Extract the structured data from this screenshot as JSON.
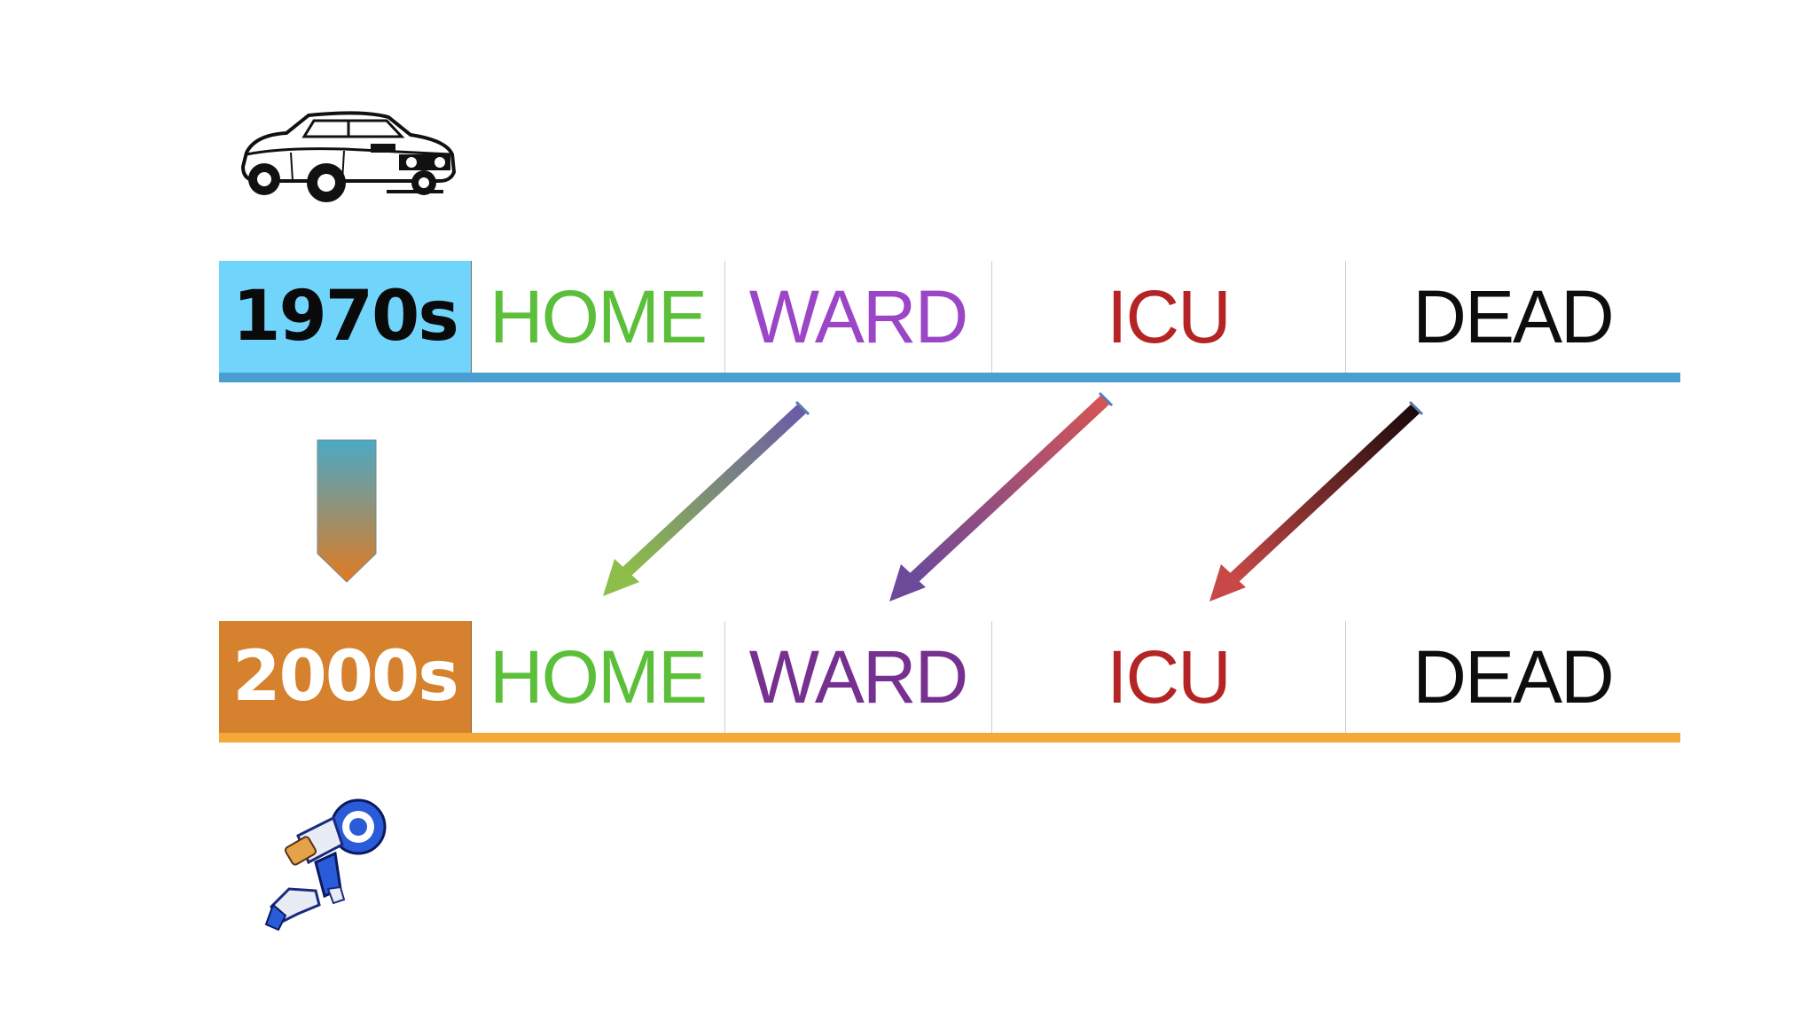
{
  "rows": [
    {
      "era": "1970s",
      "stages": [
        "HOME",
        "WARD",
        "ICU",
        "DEAD"
      ]
    },
    {
      "era": "2000s",
      "stages": [
        "HOME",
        "WARD",
        "ICU",
        "DEAD"
      ]
    }
  ],
  "colors": {
    "home": "#5cbf3a",
    "ward_1970": "#9b45c7",
    "ward_2000": "#76308f",
    "icu": "#b52424",
    "dead": "#0d0d0d",
    "era_1970_bg": "#71d4fb",
    "era_2000_bg": "#d5812e",
    "line_1970": "#4a9fd1",
    "line_2000": "#f5a83a"
  },
  "icons": {
    "top": "muscle-car-icon",
    "bottom": "robot-icon",
    "transition": "down-arrow-icon"
  }
}
